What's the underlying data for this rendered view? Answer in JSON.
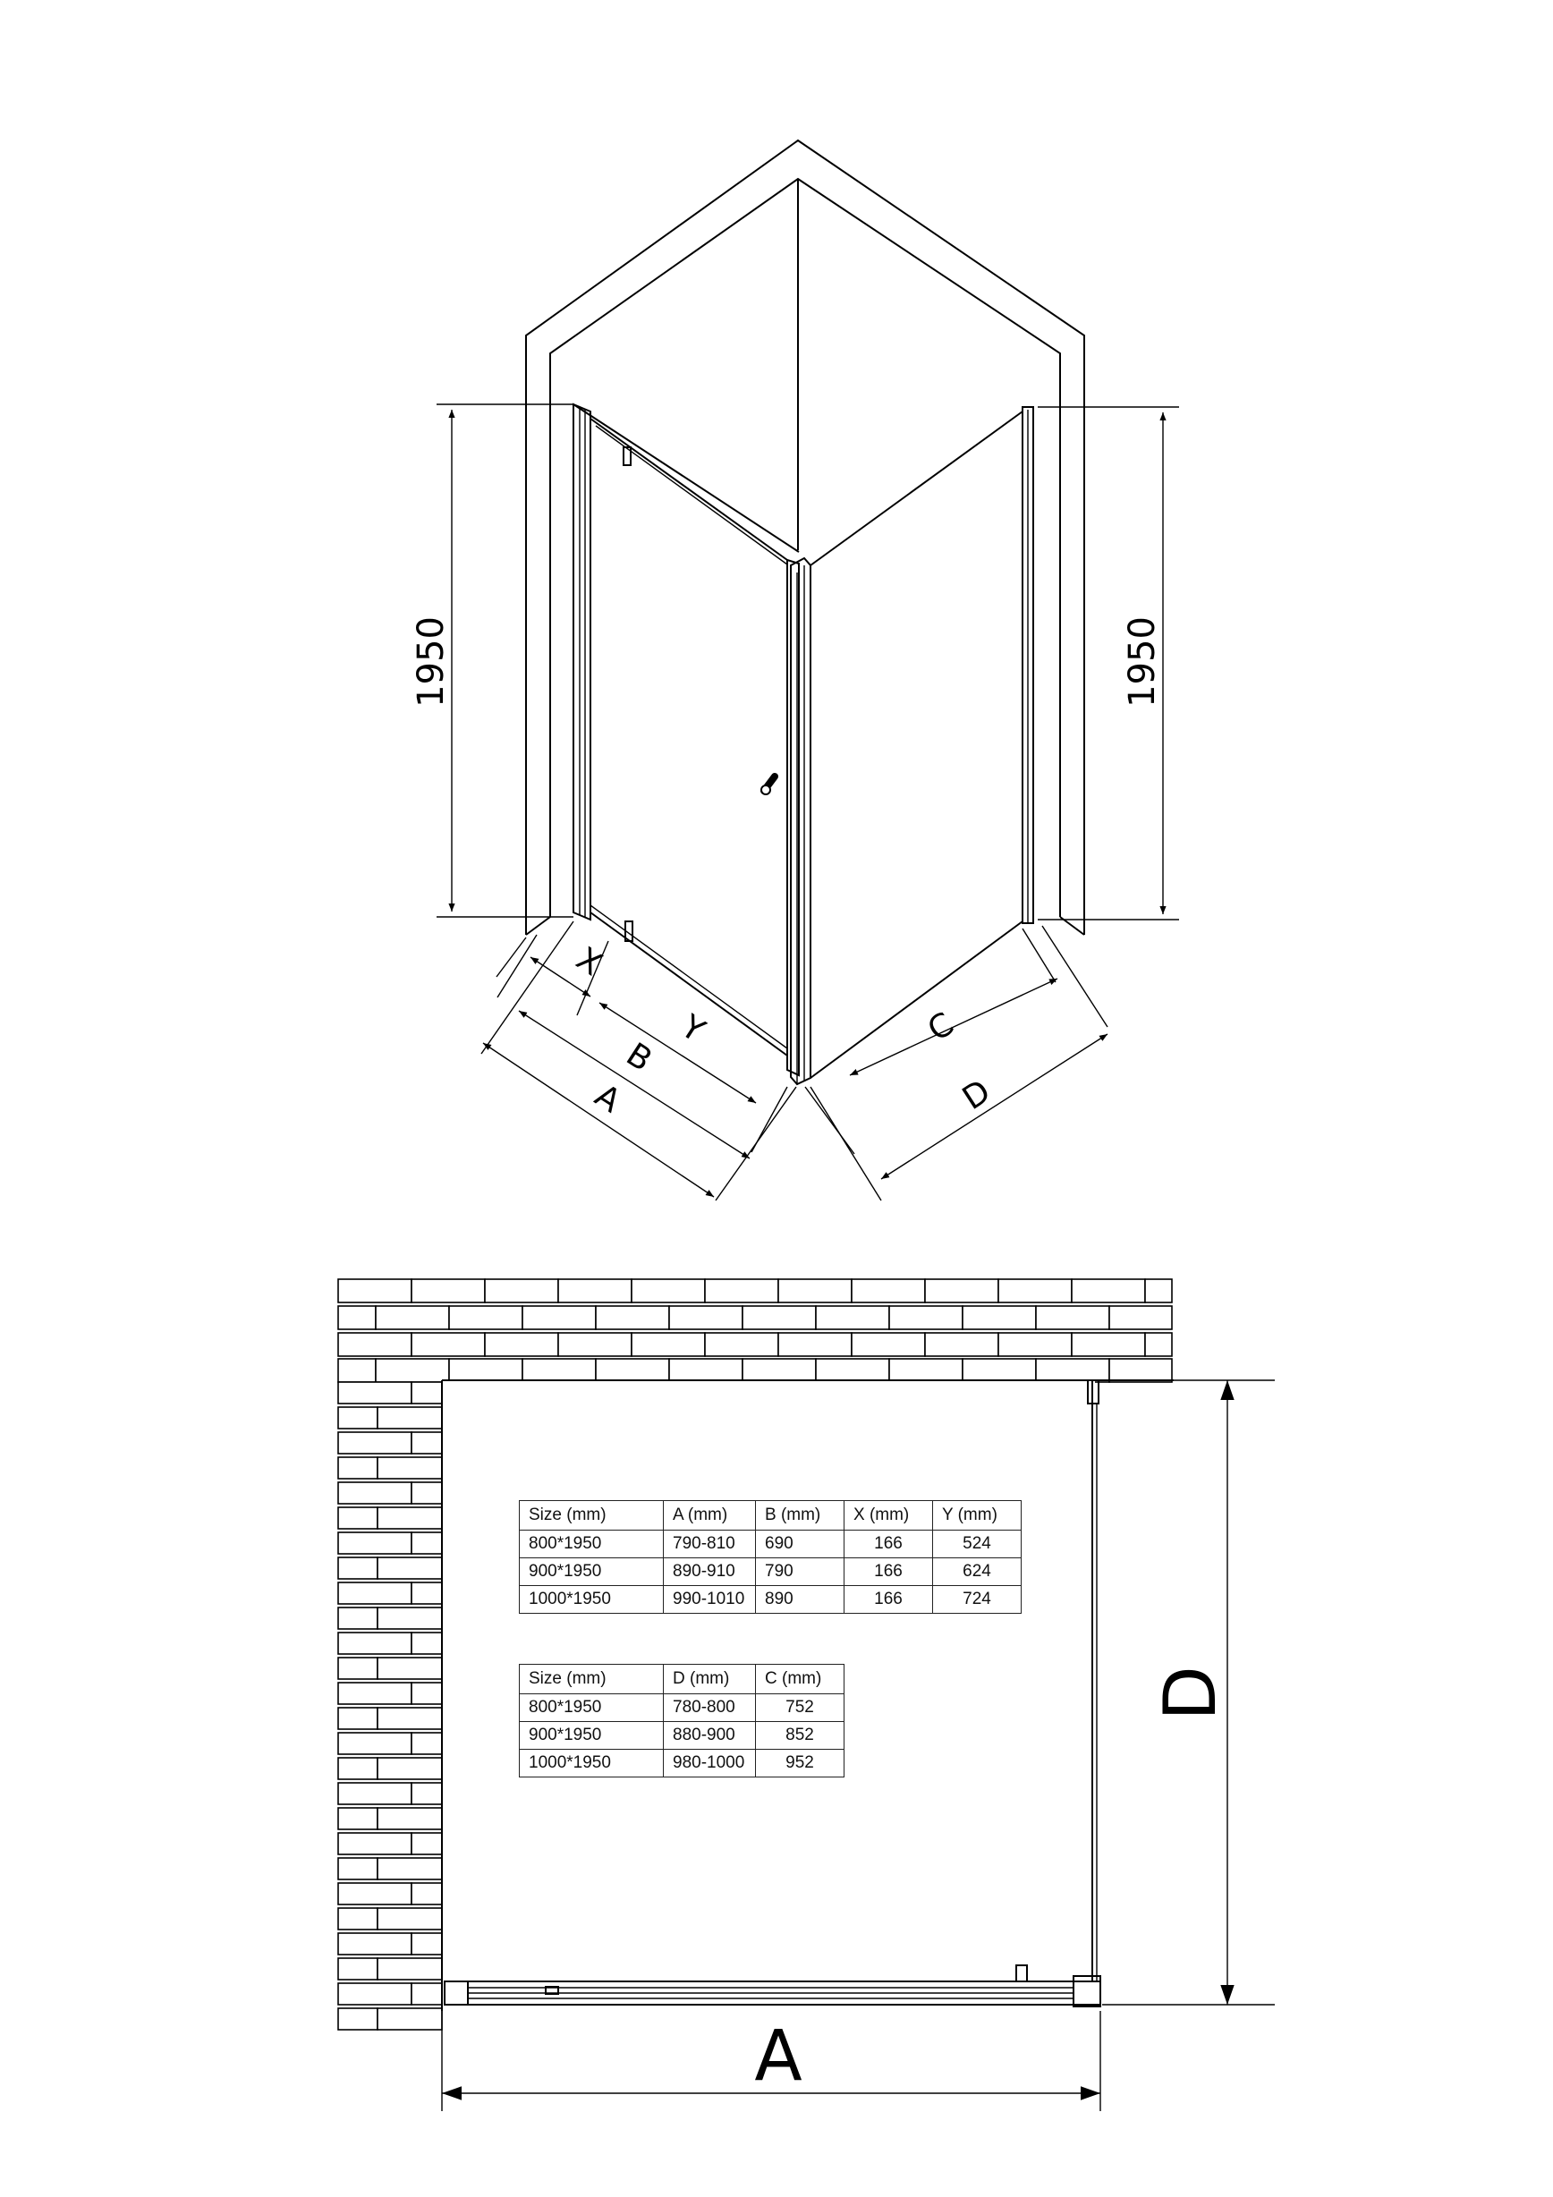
{
  "iso_view": {
    "height_left": "1950",
    "height_right": "1950",
    "labels": {
      "x": "X",
      "y": "Y",
      "b": "B",
      "a": "A",
      "c": "C",
      "d": "D"
    }
  },
  "plan_view": {
    "label_a": "A",
    "label_d": "D"
  },
  "table_door": {
    "headers": [
      "Size (mm)",
      "A (mm)",
      "B (mm)",
      "X (mm)",
      "Y (mm)"
    ],
    "rows": [
      [
        "800*1950",
        "790-810",
        "690",
        "166",
        "524"
      ],
      [
        "900*1950",
        "890-910",
        "790",
        "166",
        "624"
      ],
      [
        "1000*1950",
        "990-1010",
        "890",
        "166",
        "724"
      ]
    ]
  },
  "table_side": {
    "headers": [
      "Size (mm)",
      "D (mm)",
      "C (mm)"
    ],
    "rows": [
      [
        "800*1950",
        "780-800",
        "752"
      ],
      [
        "900*1950",
        "880-900",
        "852"
      ],
      [
        "1000*1950",
        "980-1000",
        "952"
      ]
    ]
  }
}
